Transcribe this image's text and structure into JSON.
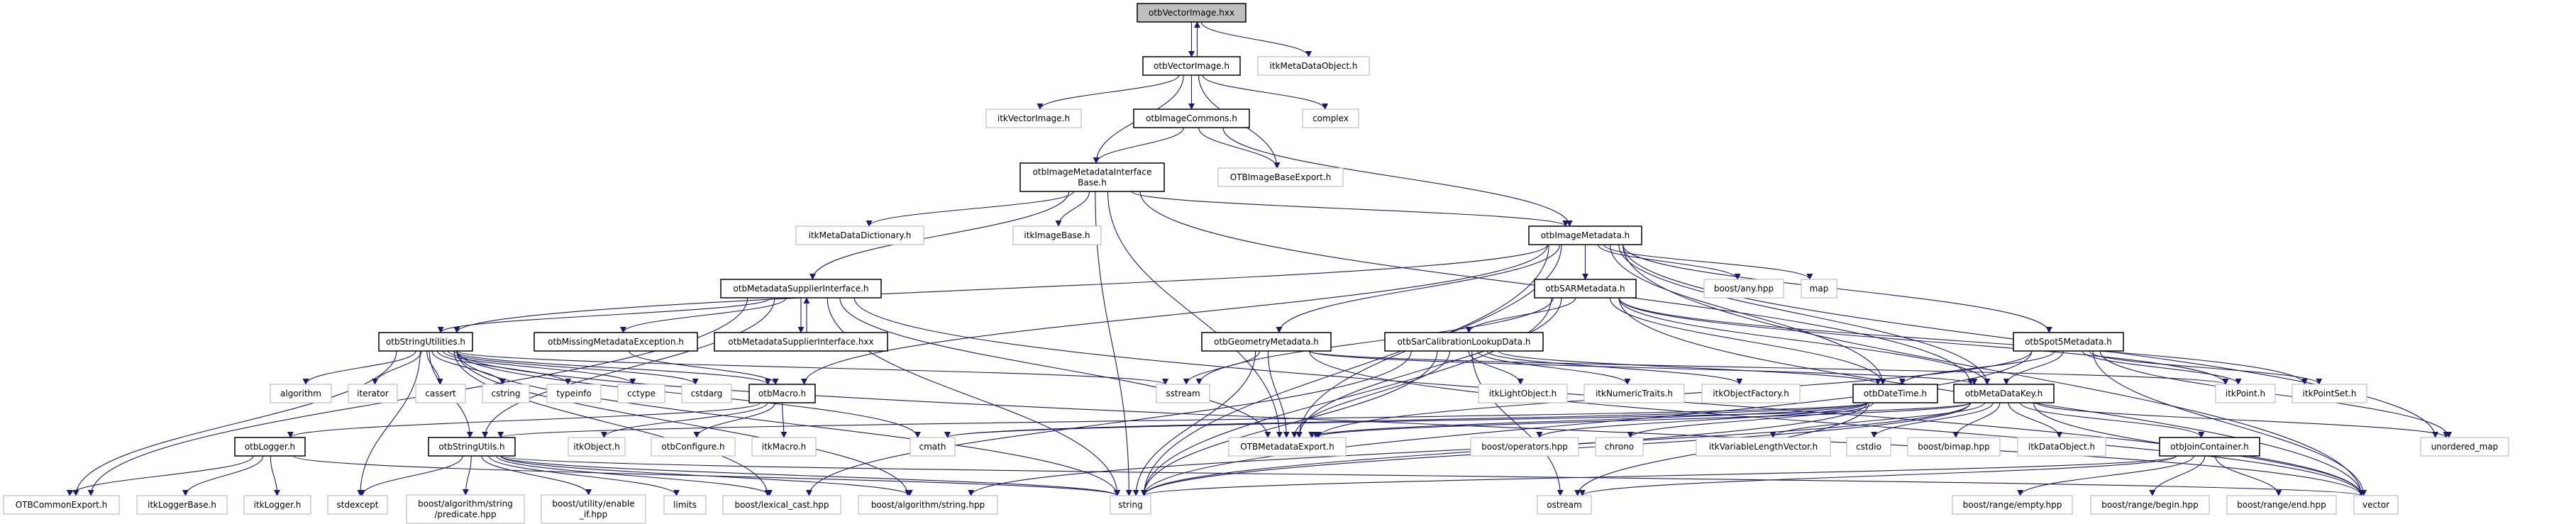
{
  "colors": {
    "edge": "#191970",
    "main_fill": "#bfbfbf",
    "doc_border": "#000000",
    "ext_border": "#bfbfbf"
  },
  "nodes": [
    {
      "id": "hxx",
      "lines": [
        "otbVectorImage.hxx"
      ],
      "kind": "main"
    },
    {
      "id": "vimg",
      "lines": [
        "otbVectorImage.h"
      ],
      "kind": "doc"
    },
    {
      "id": "itkmdo",
      "lines": [
        "itkMetaDataObject.h"
      ],
      "kind": "ext"
    },
    {
      "id": "itkvimg",
      "lines": [
        "itkVectorImage.h"
      ],
      "kind": "ext"
    },
    {
      "id": "commons",
      "lines": [
        "otbImageCommons.h"
      ],
      "kind": "doc"
    },
    {
      "id": "complex",
      "lines": [
        "complex"
      ],
      "kind": "ext"
    },
    {
      "id": "imib",
      "lines": [
        "otbImageMetadataInterface",
        "Base.h"
      ],
      "kind": "doc"
    },
    {
      "id": "ibexport",
      "lines": [
        "OTBImageBaseExport.h"
      ],
      "kind": "ext"
    },
    {
      "id": "mdd",
      "lines": [
        "itkMetaDataDictionary.h"
      ],
      "kind": "ext"
    },
    {
      "id": "imgbase",
      "lines": [
        "itkImageBase.h"
      ],
      "kind": "ext"
    },
    {
      "id": "imd",
      "lines": [
        "otbImageMetadata.h"
      ],
      "kind": "doc"
    },
    {
      "id": "msi",
      "lines": [
        "otbMetadataSupplierInterface.h"
      ],
      "kind": "doc"
    },
    {
      "id": "sar",
      "lines": [
        "otbSARMetadata.h"
      ],
      "kind": "doc"
    },
    {
      "id": "any",
      "lines": [
        "boost/any.hpp"
      ],
      "kind": "ext"
    },
    {
      "id": "map",
      "lines": [
        "map"
      ],
      "kind": "ext"
    },
    {
      "id": "strutil",
      "lines": [
        "otbStringUtilities.h"
      ],
      "kind": "doc"
    },
    {
      "id": "missing",
      "lines": [
        "otbMissingMetadataException.h"
      ],
      "kind": "doc"
    },
    {
      "id": "msihxx",
      "lines": [
        "otbMetadataSupplierInterface.hxx"
      ],
      "kind": "doc"
    },
    {
      "id": "geom",
      "lines": [
        "otbGeometryMetadata.h"
      ],
      "kind": "doc"
    },
    {
      "id": "sarcal",
      "lines": [
        "otbSarCalibrationLookupData.h"
      ],
      "kind": "doc"
    },
    {
      "id": "spot5",
      "lines": [
        "otbSpot5Metadata.h"
      ],
      "kind": "doc"
    },
    {
      "id": "algorithm",
      "lines": [
        "algorithm"
      ],
      "kind": "ext"
    },
    {
      "id": "iterator",
      "lines": [
        "iterator"
      ],
      "kind": "ext"
    },
    {
      "id": "cassert",
      "lines": [
        "cassert"
      ],
      "kind": "ext"
    },
    {
      "id": "cstring",
      "lines": [
        "cstring"
      ],
      "kind": "ext"
    },
    {
      "id": "typeinfo",
      "lines": [
        "typeinfo"
      ],
      "kind": "ext"
    },
    {
      "id": "cctype",
      "lines": [
        "cctype"
      ],
      "kind": "ext"
    },
    {
      "id": "cstdarg",
      "lines": [
        "cstdarg"
      ],
      "kind": "ext"
    },
    {
      "id": "macro",
      "lines": [
        "otbMacro.h"
      ],
      "kind": "doc"
    },
    {
      "id": "sstream",
      "lines": [
        "sstream"
      ],
      "kind": "ext"
    },
    {
      "id": "lightobj",
      "lines": [
        "itkLightObject.h"
      ],
      "kind": "ext"
    },
    {
      "id": "numtraits",
      "lines": [
        "itkNumericTraits.h"
      ],
      "kind": "ext"
    },
    {
      "id": "objfactory",
      "lines": [
        "itkObjectFactory.h"
      ],
      "kind": "ext"
    },
    {
      "id": "datetime",
      "lines": [
        "otbDateTime.h"
      ],
      "kind": "doc"
    },
    {
      "id": "mdkey",
      "lines": [
        "otbMetaDataKey.h"
      ],
      "kind": "doc"
    },
    {
      "id": "point",
      "lines": [
        "itkPoint.h"
      ],
      "kind": "ext"
    },
    {
      "id": "pointset",
      "lines": [
        "itkPointSet.h"
      ],
      "kind": "ext"
    },
    {
      "id": "logger",
      "lines": [
        "otbLogger.h"
      ],
      "kind": "doc"
    },
    {
      "id": "strutils",
      "lines": [
        "otbStringUtils.h"
      ],
      "kind": "doc"
    },
    {
      "id": "itkobject",
      "lines": [
        "itkObject.h"
      ],
      "kind": "ext"
    },
    {
      "id": "configure",
      "lines": [
        "otbConfigure.h"
      ],
      "kind": "ext"
    },
    {
      "id": "itkmacro",
      "lines": [
        "itkMacro.h"
      ],
      "kind": "ext"
    },
    {
      "id": "cmath",
      "lines": [
        "cmath"
      ],
      "kind": "ext"
    },
    {
      "id": "mdexport",
      "lines": [
        "OTBMetadataExport.h"
      ],
      "kind": "ext"
    },
    {
      "id": "operators",
      "lines": [
        "boost/operators.hpp"
      ],
      "kind": "ext"
    },
    {
      "id": "chrono",
      "lines": [
        "chrono"
      ],
      "kind": "ext"
    },
    {
      "id": "vlv",
      "lines": [
        "itkVariableLengthVector.h"
      ],
      "kind": "ext"
    },
    {
      "id": "cstdio",
      "lines": [
        "cstdio"
      ],
      "kind": "ext"
    },
    {
      "id": "bimap",
      "lines": [
        "boost/bimap.hpp"
      ],
      "kind": "ext"
    },
    {
      "id": "dataobj",
      "lines": [
        "itkDataObject.h"
      ],
      "kind": "ext"
    },
    {
      "id": "join",
      "lines": [
        "otbJoinContainer.h"
      ],
      "kind": "doc"
    },
    {
      "id": "umap",
      "lines": [
        "unordered_map"
      ],
      "kind": "ext"
    },
    {
      "id": "commonexport",
      "lines": [
        "OTBCommonExport.h"
      ],
      "kind": "ext"
    },
    {
      "id": "loggerbase",
      "lines": [
        "itkLoggerBase.h"
      ],
      "kind": "ext"
    },
    {
      "id": "itklogger",
      "lines": [
        "itkLogger.h"
      ],
      "kind": "ext"
    },
    {
      "id": "stdexcept",
      "lines": [
        "stdexcept"
      ],
      "kind": "ext"
    },
    {
      "id": "predicate",
      "lines": [
        "boost/algorithm/string",
        "/predicate.hpp"
      ],
      "kind": "ext"
    },
    {
      "id": "enableif",
      "lines": [
        "boost/utility/enable",
        "_if.hpp"
      ],
      "kind": "ext"
    },
    {
      "id": "limits",
      "lines": [
        "limits"
      ],
      "kind": "ext"
    },
    {
      "id": "lexcast",
      "lines": [
        "boost/lexical_cast.hpp"
      ],
      "kind": "ext"
    },
    {
      "id": "algstring",
      "lines": [
        "boost/algorithm/string.hpp"
      ],
      "kind": "ext"
    },
    {
      "id": "string",
      "lines": [
        "string"
      ],
      "kind": "ext"
    },
    {
      "id": "ostream",
      "lines": [
        "ostream"
      ],
      "kind": "ext"
    },
    {
      "id": "rempty",
      "lines": [
        "boost/range/empty.hpp"
      ],
      "kind": "ext"
    },
    {
      "id": "rbegin",
      "lines": [
        "boost/range/begin.hpp"
      ],
      "kind": "ext"
    },
    {
      "id": "rend",
      "lines": [
        "boost/range/end.hpp"
      ],
      "kind": "ext"
    },
    {
      "id": "vector",
      "lines": [
        "vector"
      ],
      "kind": "ext"
    }
  ],
  "edges": [
    [
      "hxx",
      "vimg"
    ],
    [
      "hxx",
      "itkmdo"
    ],
    [
      "vimg",
      "hxx"
    ],
    [
      "vimg",
      "itkvimg"
    ],
    [
      "vimg",
      "commons"
    ],
    [
      "vimg",
      "imib"
    ],
    [
      "vimg",
      "ibexport"
    ],
    [
      "vimg",
      "complex"
    ],
    [
      "commons",
      "imib"
    ],
    [
      "commons",
      "ibexport"
    ],
    [
      "commons",
      "imd"
    ],
    [
      "imib",
      "mdd"
    ],
    [
      "imib",
      "msi"
    ],
    [
      "imib",
      "imgbase"
    ],
    [
      "imib",
      "mdexport"
    ],
    [
      "imib",
      "string"
    ],
    [
      "imib",
      "imd"
    ],
    [
      "imib",
      "mdkey"
    ],
    [
      "imd",
      "macro"
    ],
    [
      "imd",
      "sar"
    ],
    [
      "imd",
      "geom"
    ],
    [
      "imd",
      "spot5"
    ],
    [
      "imd",
      "any"
    ],
    [
      "imd",
      "map"
    ],
    [
      "imd",
      "string"
    ],
    [
      "imd",
      "mdexport"
    ],
    [
      "imd",
      "mdkey"
    ],
    [
      "imd",
      "datetime"
    ],
    [
      "imd",
      "vector"
    ],
    [
      "imd",
      "umap"
    ],
    [
      "imd",
      "strutil"
    ],
    [
      "msi",
      "strutil"
    ],
    [
      "msi",
      "missing"
    ],
    [
      "msi",
      "msihxx"
    ],
    [
      "msi",
      "string"
    ],
    [
      "msi",
      "mdexport"
    ],
    [
      "msi",
      "strutils"
    ],
    [
      "msi",
      "commonexport"
    ],
    [
      "msi",
      "vector"
    ],
    [
      "msihxx",
      "msi"
    ],
    [
      "strutil",
      "algorithm"
    ],
    [
      "strutil",
      "iterator"
    ],
    [
      "strutil",
      "cassert"
    ],
    [
      "strutil",
      "cstring"
    ],
    [
      "strutil",
      "typeinfo"
    ],
    [
      "strutil",
      "cctype"
    ],
    [
      "strutil",
      "cstdarg"
    ],
    [
      "strutil",
      "macro"
    ],
    [
      "strutil",
      "sstream"
    ],
    [
      "strutil",
      "string"
    ],
    [
      "strutil",
      "cmath"
    ],
    [
      "strutil",
      "stdexcept"
    ],
    [
      "strutil",
      "commonexport"
    ],
    [
      "strutil",
      "strutils"
    ],
    [
      "strutil",
      "algstring"
    ],
    [
      "strutil",
      "lexcast"
    ],
    [
      "strutil",
      "vector"
    ],
    [
      "missing",
      "macro"
    ],
    [
      "macro",
      "logger"
    ],
    [
      "macro",
      "itkobject"
    ],
    [
      "macro",
      "configure"
    ],
    [
      "macro",
      "itkmacro"
    ],
    [
      "logger",
      "commonexport"
    ],
    [
      "logger",
      "loggerbase"
    ],
    [
      "logger",
      "itklogger"
    ],
    [
      "logger",
      "string"
    ],
    [
      "strutils",
      "stdexcept"
    ],
    [
      "strutils",
      "predicate"
    ],
    [
      "strutils",
      "enableif"
    ],
    [
      "strutils",
      "limits"
    ],
    [
      "strutils",
      "lexcast"
    ],
    [
      "strutils",
      "algstring"
    ],
    [
      "strutils",
      "string"
    ],
    [
      "strutils",
      "vector"
    ],
    [
      "sar",
      "sarcal"
    ],
    [
      "sar",
      "mdexport"
    ],
    [
      "sar",
      "string"
    ],
    [
      "sar",
      "sstream"
    ],
    [
      "sar",
      "datetime"
    ],
    [
      "sar",
      "mdkey"
    ],
    [
      "sar",
      "point"
    ],
    [
      "sar",
      "pointset"
    ],
    [
      "sar",
      "vector"
    ],
    [
      "geom",
      "sstream"
    ],
    [
      "geom",
      "mdexport"
    ],
    [
      "geom",
      "string"
    ],
    [
      "geom",
      "mdkey"
    ],
    [
      "geom",
      "point"
    ],
    [
      "geom",
      "vector"
    ],
    [
      "sarcal",
      "lightobj"
    ],
    [
      "sarcal",
      "numtraits"
    ],
    [
      "sarcal",
      "objfactory"
    ],
    [
      "sarcal",
      "mdexport"
    ],
    [
      "sarcal",
      "string"
    ],
    [
      "sarcal",
      "ostream"
    ],
    [
      "sarcal",
      "lexcast"
    ],
    [
      "sarcal",
      "datetime"
    ],
    [
      "spot5",
      "datetime"
    ],
    [
      "spot5",
      "mdkey"
    ],
    [
      "spot5",
      "point"
    ],
    [
      "spot5",
      "pointset"
    ],
    [
      "spot5",
      "vector"
    ],
    [
      "spot5",
      "string"
    ],
    [
      "spot5",
      "mdexport"
    ],
    [
      "spot5",
      "umap"
    ],
    [
      "datetime",
      "mdexport"
    ],
    [
      "datetime",
      "operators"
    ],
    [
      "datetime",
      "chrono"
    ],
    [
      "datetime",
      "string"
    ],
    [
      "datetime",
      "ostream"
    ],
    [
      "datetime",
      "strutils"
    ],
    [
      "datetime",
      "cmath"
    ],
    [
      "mdkey",
      "mdexport"
    ],
    [
      "mdkey",
      "vlv"
    ],
    [
      "mdkey",
      "cstdio"
    ],
    [
      "mdkey",
      "bimap"
    ],
    [
      "mdkey",
      "dataobj"
    ],
    [
      "mdkey",
      "join"
    ],
    [
      "mdkey",
      "string"
    ],
    [
      "mdkey",
      "vector"
    ],
    [
      "mdkey",
      "umap"
    ],
    [
      "mdkey",
      "cmath"
    ],
    [
      "mdkey",
      "algstring"
    ],
    [
      "join",
      "rempty"
    ],
    [
      "join",
      "rbegin"
    ],
    [
      "join",
      "rend"
    ],
    [
      "join",
      "string"
    ],
    [
      "join",
      "ostream"
    ]
  ]
}
